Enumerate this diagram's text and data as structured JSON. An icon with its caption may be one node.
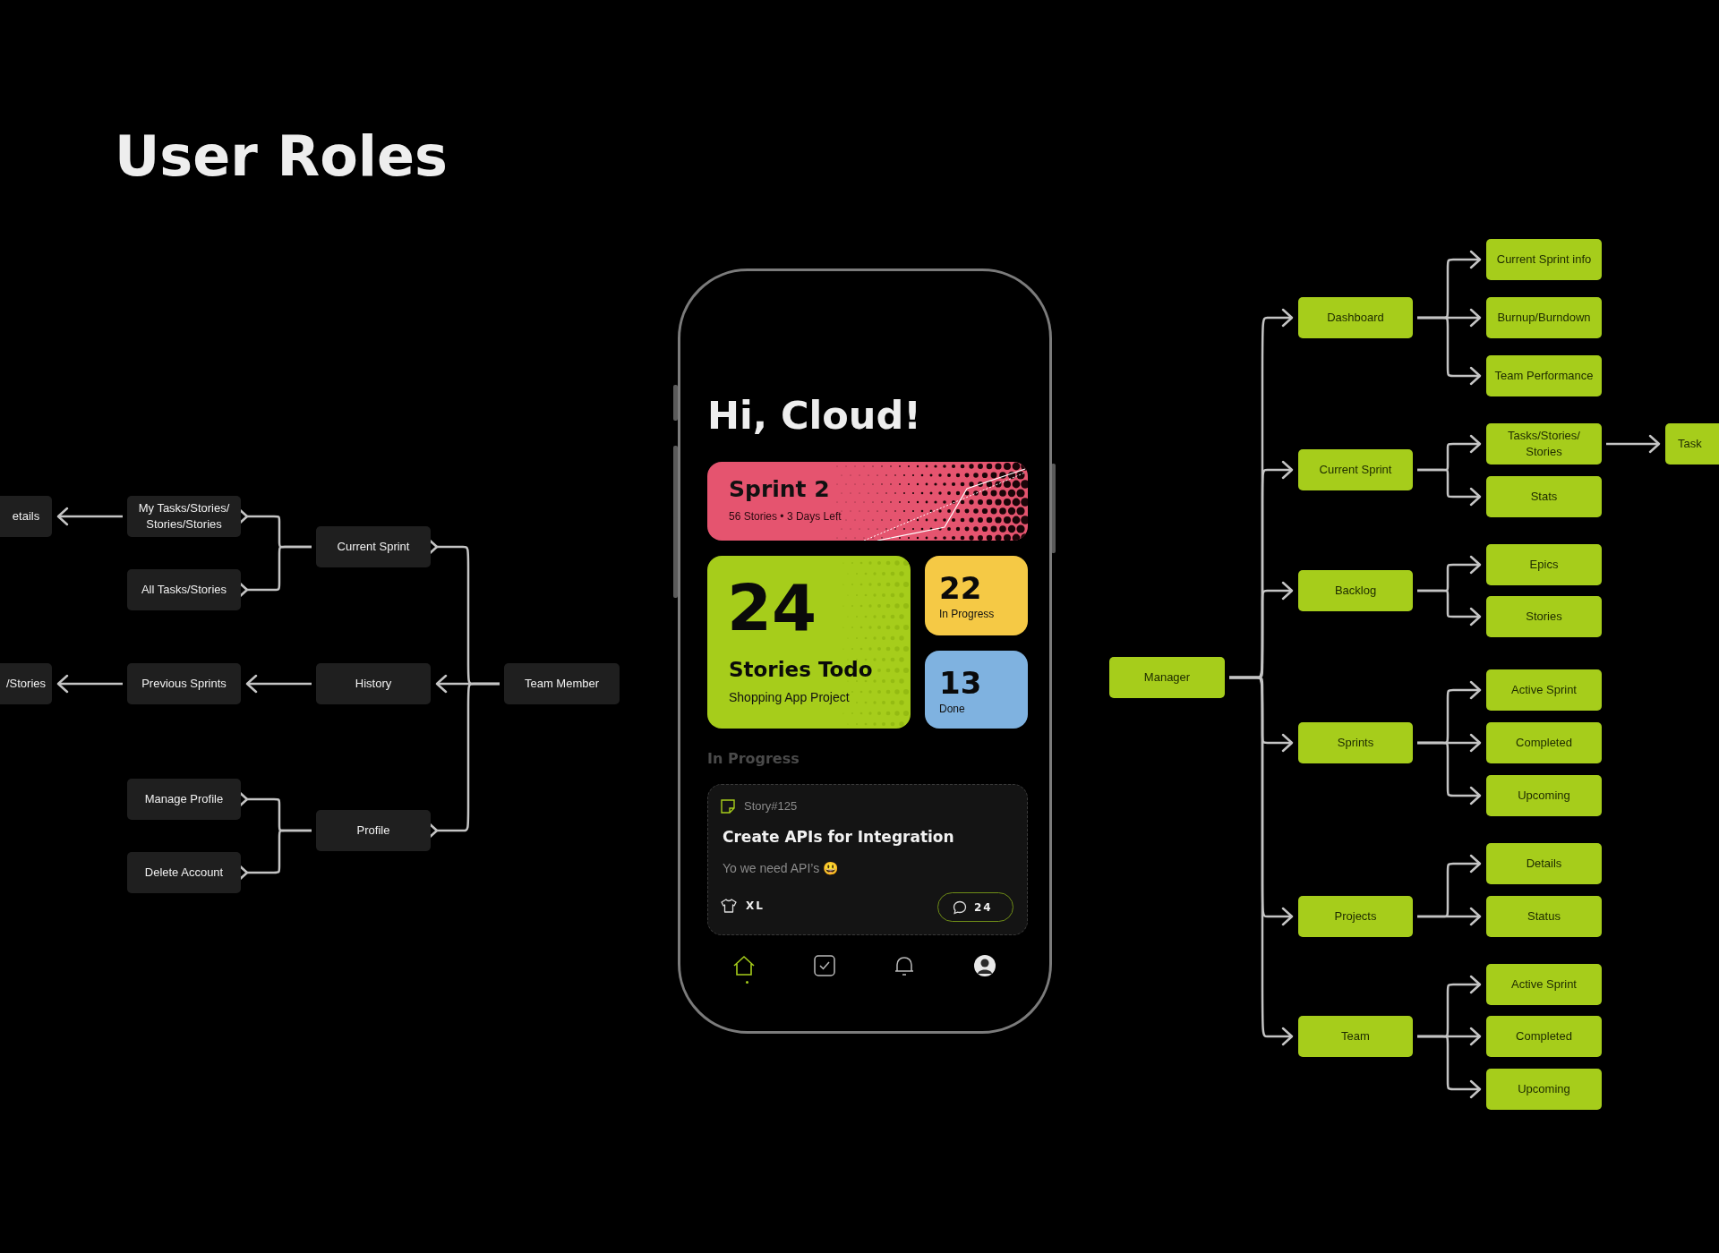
{
  "diagram": {
    "title": "User Roles",
    "nodes": [
      {
        "text": [
          "Team Member"
        ]
      },
      {
        "text": [
          "Current Sprint"
        ]
      },
      {
        "text": [
          "History"
        ]
      },
      {
        "text": [
          "Profile"
        ]
      },
      {
        "text": [
          "My Tasks/Stories/ Stories/Stories"
        ]
      },
      {
        "text": [
          "All Tasks/Stories"
        ]
      },
      {
        "text": [
          "Previous Sprints"
        ]
      },
      {
        "text": [
          "Manage Profile"
        ]
      },
      {
        "text": [
          "Delete Account"
        ]
      },
      {
        "text": [
          "etails"
        ]
      },
      {
        "text": [
          "/Stories"
        ]
      },
      {
        "text": [
          "Hi, Cloud!",
          "In Progress"
        ]
      },
      {
        "text": [
          "Sprint 2",
          "56 Stories • 3 Days Left"
        ],
        "in": 11
      },
      {
        "text": [
          "24",
          "Stories Todo",
          "Shopping App Project"
        ],
        "in": 11
      },
      {
        "text": [
          "22",
          "In Progress"
        ],
        "in": 11
      },
      {
        "text": [
          "13",
          "Done"
        ],
        "in": 11
      },
      {
        "text": [
          "Story#125",
          "Create APIs for Integration",
          "Yo we need API’s 😃",
          "XL"
        ],
        "in": 11
      },
      {
        "text": [
          "24"
        ],
        "in": 16
      },
      {
        "text": [
          "Manager"
        ]
      },
      {
        "text": [
          "Dashboard"
        ]
      },
      {
        "text": [
          "Current Sprint"
        ]
      },
      {
        "text": [
          "Backlog"
        ]
      },
      {
        "text": [
          "Sprints"
        ]
      },
      {
        "text": [
          "Projects"
        ]
      },
      {
        "text": [
          "Team"
        ]
      },
      {
        "text": [
          "Current Sprint info"
        ]
      },
      {
        "text": [
          "Burnup/Burndown"
        ]
      },
      {
        "text": [
          "Team Performance"
        ]
      },
      {
        "text": [
          "Tasks/Stories/ Stories"
        ]
      },
      {
        "text": [
          "Stats"
        ]
      },
      {
        "text": [
          "Epics"
        ]
      },
      {
        "text": [
          "Stories"
        ]
      },
      {
        "text": [
          "Active Sprint"
        ]
      },
      {
        "text": [
          "Completed"
        ]
      },
      {
        "text": [
          "Upcoming"
        ]
      },
      {
        "text": [
          "Details"
        ]
      },
      {
        "text": [
          "Status"
        ]
      },
      {
        "text": [
          "Active Sprint"
        ]
      },
      {
        "text": [
          "Completed"
        ]
      },
      {
        "text": [
          "Upcoming"
        ]
      },
      {
        "text": [
          "Task"
        ]
      }
    ],
    "edges": [
      {
        "from": 0,
        "to": 1,
        "arrow": "to"
      },
      {
        "from": 0,
        "to": 2,
        "arrow": "to"
      },
      {
        "from": 0,
        "to": 3,
        "arrow": "to"
      },
      {
        "from": 1,
        "to": 4,
        "arrow": "to"
      },
      {
        "from": 1,
        "to": 5,
        "arrow": "to"
      },
      {
        "from": 2,
        "to": 6,
        "arrow": "to"
      },
      {
        "from": 3,
        "to": 7,
        "arrow": "to"
      },
      {
        "from": 3,
        "to": 8,
        "arrow": "to"
      },
      {
        "from": 4,
        "to": 9,
        "arrow": "to"
      },
      {
        "from": 6,
        "to": 10,
        "arrow": "to"
      },
      {
        "from": 18,
        "to": 19,
        "arrow": "to"
      },
      {
        "from": 18,
        "to": 20,
        "arrow": "to"
      },
      {
        "from": 18,
        "to": 21,
        "arrow": "to"
      },
      {
        "from": 18,
        "to": 22,
        "arrow": "to"
      },
      {
        "from": 18,
        "to": 23,
        "arrow": "to"
      },
      {
        "from": 18,
        "to": 24,
        "arrow": "to"
      },
      {
        "from": 19,
        "to": 25,
        "arrow": "to"
      },
      {
        "from": 19,
        "to": 26,
        "arrow": "to"
      },
      {
        "from": 19,
        "to": 27,
        "arrow": "to"
      },
      {
        "from": 20,
        "to": 28,
        "arrow": "to"
      },
      {
        "from": 20,
        "to": 29,
        "arrow": "to"
      },
      {
        "from": 21,
        "to": 30,
        "arrow": "to"
      },
      {
        "from": 21,
        "to": 31,
        "arrow": "to"
      },
      {
        "from": 22,
        "to": 32,
        "arrow": "to"
      },
      {
        "from": 22,
        "to": 33,
        "arrow": "to"
      },
      {
        "from": 22,
        "to": 34,
        "arrow": "to"
      },
      {
        "from": 23,
        "to": 35,
        "arrow": "to"
      },
      {
        "from": 23,
        "to": 36,
        "arrow": "to"
      },
      {
        "from": 24,
        "to": 37,
        "arrow": "to"
      },
      {
        "from": 24,
        "to": 38,
        "arrow": "to"
      },
      {
        "from": 24,
        "to": 39,
        "arrow": "to"
      },
      {
        "from": 28,
        "to": 40,
        "arrow": "to"
      }
    ]
  }
}
